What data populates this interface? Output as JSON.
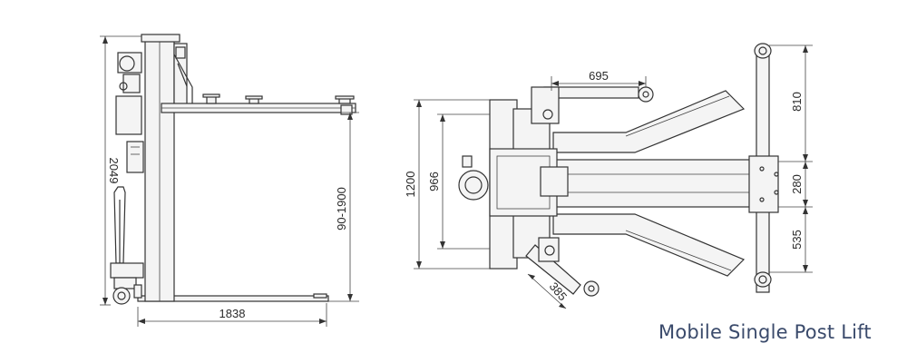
{
  "caption": "Mobile Single Post Lift",
  "dimensions": {
    "side_height": "2049",
    "lift_height": "90-1900",
    "side_length": "1838",
    "plan_width_outer": "1200",
    "plan_width_inner": "966",
    "short_arm": "695",
    "short_arm_lower": "385",
    "right_top": "810",
    "right_mid": "280",
    "right_bottom": "535"
  }
}
